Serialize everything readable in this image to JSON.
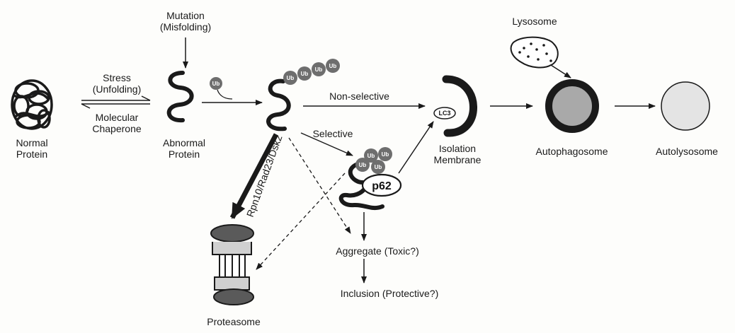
{
  "labels": {
    "normal_protein": [
      "Normal",
      "Protein"
    ],
    "stress": [
      "Stress",
      "(Unfolding)"
    ],
    "chaperone": [
      "Molecular",
      "Chaperone"
    ],
    "mutation": [
      "Mutation",
      "(Misfolding)"
    ],
    "abnormal_protein": [
      "Abnormal",
      "Protein"
    ],
    "non_selective": "Non-selective",
    "selective": "Selective",
    "isolation_membrane": [
      "Isolation",
      "Membrane"
    ],
    "lysosome": "Lysosome",
    "autophagosome": "Autophagosome",
    "autolysosome": "Autolysosome",
    "rpn10": "Rpn10/Rad23/Dsk2",
    "aggregate": "Aggregate (Toxic?)",
    "inclusion": "Inclusion (Protective?)",
    "proteasome": "Proteasome"
  },
  "tags": {
    "ub": "Ub",
    "p62": "p62",
    "lc3": "LC3"
  },
  "colors": {
    "ink": "#1a1a1a",
    "ub_fill": "#6e6e6e",
    "autophagosome_fill": "#a9a9a9",
    "autolysosome_fill": "#e4e4e4"
  }
}
